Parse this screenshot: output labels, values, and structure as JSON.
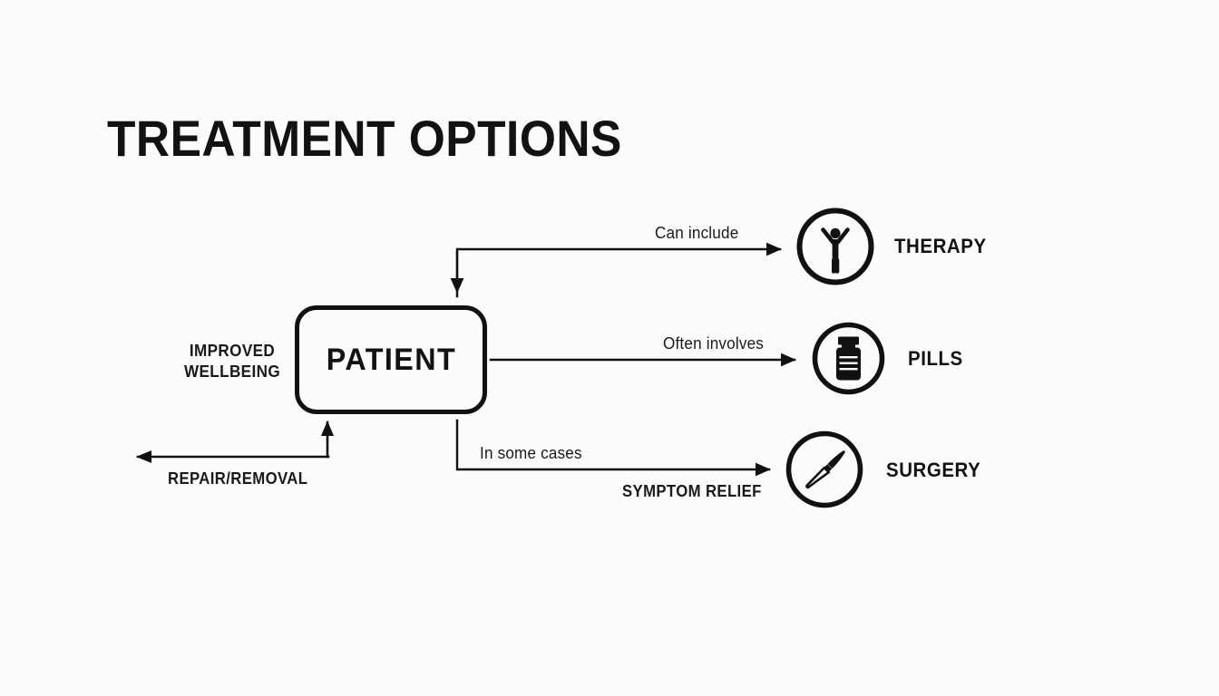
{
  "page": {
    "title": "TREATMENT OPTIONS",
    "background_color": "#fbfbfa",
    "ink_color": "#111111"
  },
  "diagram": {
    "type": "flow-diagram",
    "central_node": {
      "label": "PATIENT",
      "shape": "rounded-rectangle"
    },
    "outcomes": [
      {
        "id": "therapy",
        "label": "THERAPY",
        "icon": "person-raised-arms-icon",
        "edge_label": "Can include",
        "edge_label_style": "sentence-case",
        "direction": "patient-to-outcome"
      },
      {
        "id": "pills",
        "label": "PILLS",
        "icon": "medicine-bottle-icon",
        "edge_label": "Often involves",
        "edge_label_style": "sentence-case",
        "direction": "patient-to-outcome"
      },
      {
        "id": "surgery",
        "label": "SURGERY",
        "icon": "scalpel-icon",
        "edge_label": "In some cases",
        "edge_label_secondary": "SYMPTOM RELIEF",
        "edge_label_style": "sentence-case",
        "direction": "patient-to-outcome"
      }
    ],
    "feedback_edges": [
      {
        "id": "repair-removal",
        "label": "REPAIR/REMOVAL",
        "direction": "outcome-to-patient"
      },
      {
        "id": "improved-wellbeing",
        "label_line_1": "IMPROVED",
        "label_line_2": "WELLBEING",
        "direction": "outgoing-left"
      }
    ]
  }
}
